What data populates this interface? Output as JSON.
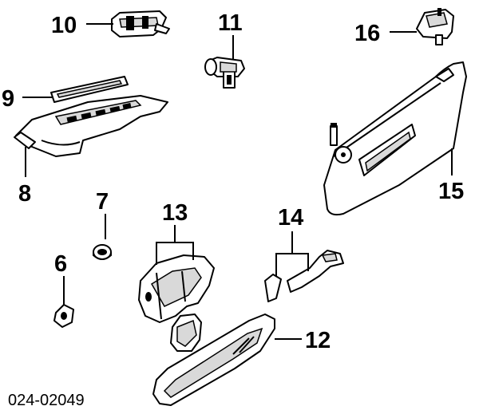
{
  "diagram": {
    "callouts": {
      "c6": "6",
      "c7": "7",
      "c8": "8",
      "c9": "9",
      "c10": "10",
      "c11": "11",
      "c12": "12",
      "c13": "13",
      "c14": "14",
      "c15": "15",
      "c16": "16"
    },
    "reference_code": "024-02049"
  }
}
